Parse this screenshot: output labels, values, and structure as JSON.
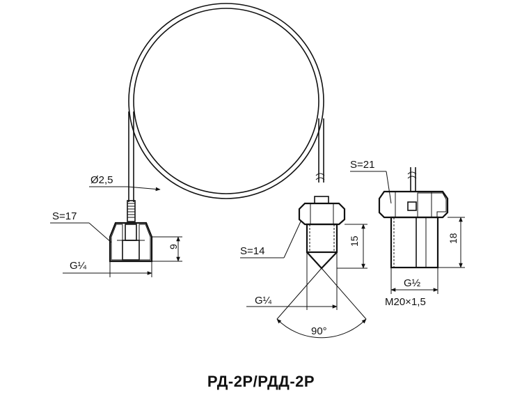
{
  "caption": "РД-2Р/РДД-2Р",
  "left_fitting": {
    "tube_diameter": "Ø2,5",
    "wrench_size": "S=17",
    "thread": "G¼",
    "height": "9"
  },
  "middle_fitting": {
    "wrench_size": "S=14",
    "height": "15",
    "thread": "G¼",
    "angle": "90°"
  },
  "right_fitting": {
    "wrench_size": "S=21",
    "height": "18",
    "thread": "G½",
    "alt_thread": "M20×1,5"
  }
}
